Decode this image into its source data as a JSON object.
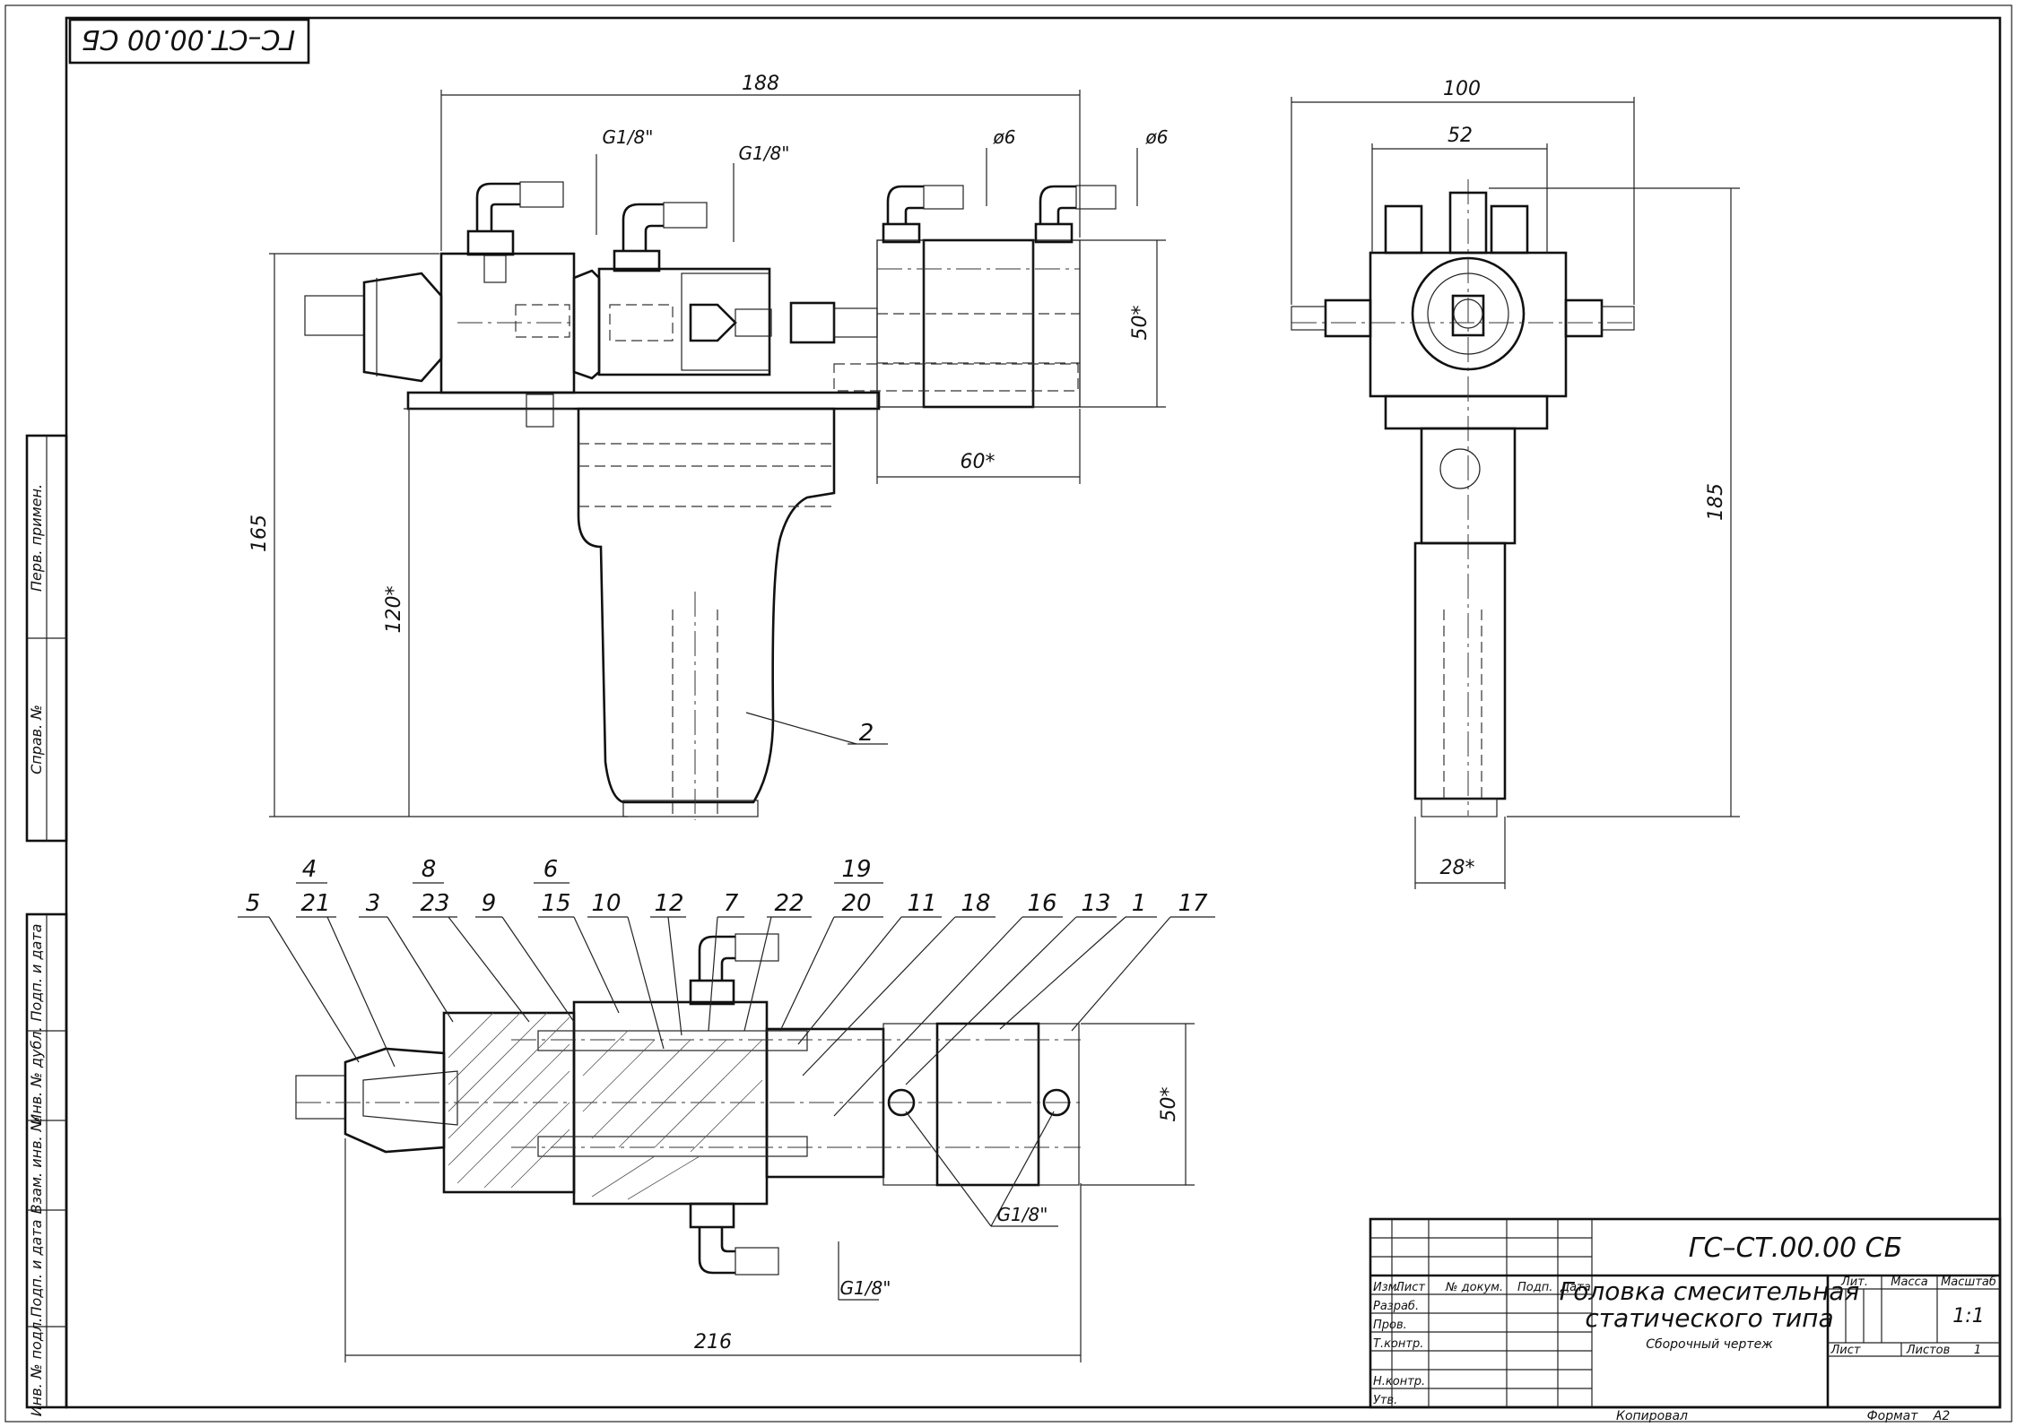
{
  "drawing": {
    "designation": "ГС–СТ.00.00 СБ",
    "designation_mirrored": "ГС–СТ.00.00 СБ",
    "title_line1": "Головка смесительная",
    "title_line2": "статического типа",
    "doc_type": "Сборочный чертеж",
    "scale": "1:1",
    "copied_by": "Копировал",
    "format_label": "Формат",
    "format": "А2"
  },
  "title_block": {
    "col_izm": "Изм.",
    "col_list": "Лист",
    "col_ndoc": "№ докум.",
    "col_podp": "Подп.",
    "col_data": "Дата",
    "row_razrab": "Разраб.",
    "row_prov": "Пров.",
    "row_tkontr": "Т.контр.",
    "row_nkontr": "Н.контр.",
    "row_utv": "Утв.",
    "lit": "Лит.",
    "massa": "Масса",
    "masshtab": "Масштаб",
    "list": "Лист",
    "listov": "Листов",
    "listov_value": "1"
  },
  "side_columns": {
    "perv_primen": "Перв. примен.",
    "sprav_no": "Справ. №",
    "podp_data_1": "Подп. и дата",
    "inv_dubl": "Инв. № дубл.",
    "vzam_inv": "Взам. инв. №",
    "podp_data_2": "Подп. и дата",
    "inv_podl": "Инв. № подл."
  },
  "dimensions": {
    "d188": "188",
    "g18_a": "G1/8\"",
    "g18_b": "G1/8\"",
    "phi6_a": "ø6",
    "phi6_b": "ø6",
    "d50_top": "50*",
    "d60": "60*",
    "d165": "165",
    "d120": "120*",
    "d100": "100",
    "d52": "52",
    "d185": "185",
    "d28": "28*",
    "d216": "216",
    "d50_bot": "50*",
    "g18_c": "G1/8\"",
    "g18_d": "G1/8\""
  },
  "callouts": {
    "c2": "2",
    "c4": "4",
    "c8": "8",
    "c6": "6",
    "c19": "19",
    "c5": "5",
    "c21": "21",
    "c3": "3",
    "c23": "23",
    "c9": "9",
    "c15": "15",
    "c10": "10",
    "c12": "12",
    "c7": "7",
    "c22": "22",
    "c20": "20",
    "c11": "11",
    "c18": "18",
    "c16": "16",
    "c13": "13",
    "c1": "1",
    "c17": "17"
  }
}
